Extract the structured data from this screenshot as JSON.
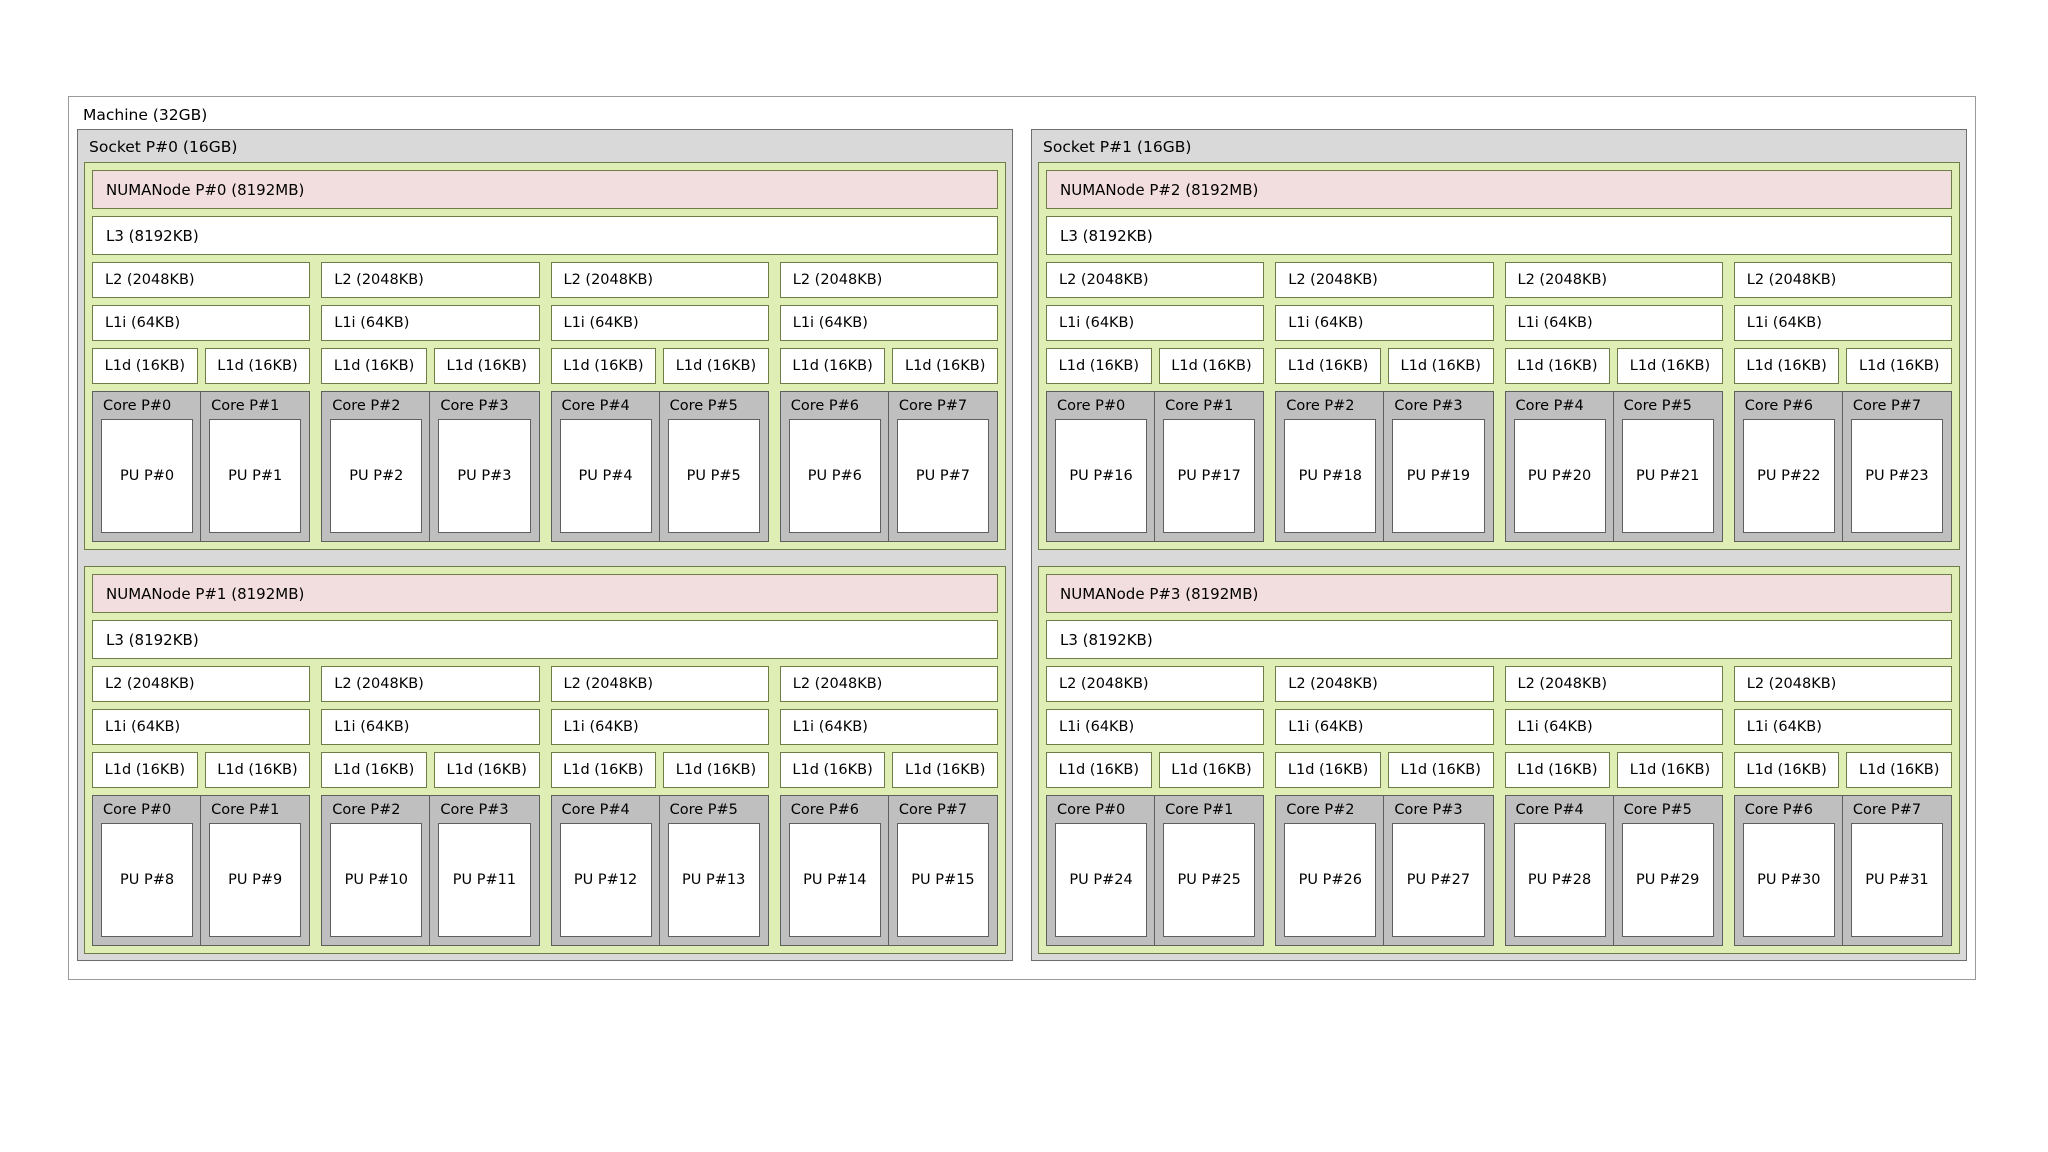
{
  "machine": {
    "label": "Machine (32GB)",
    "colors": {
      "machine_bg": "#ffffff",
      "socket_bg": "#d9d9d9",
      "numa_group_bg": "#dfeeb4",
      "numa_node_bg": "#f2dede",
      "cache_bg": "#ffffff",
      "core_bg": "#bfbfbf",
      "pu_bg": "#ffffff",
      "green_border": "#6e7d46",
      "gray_border": "#5f5f5f"
    },
    "sockets": [
      {
        "label": "Socket P#0 (16GB)",
        "groups": [
          {
            "numanode": "NUMANode P#0 (8192MB)",
            "l3": "L3 (8192KB)",
            "columns": [
              {
                "l2": "L2 (2048KB)",
                "l1i": "L1i (64KB)",
                "l1d": [
                  "L1d (16KB)",
                  "L1d (16KB)"
                ],
                "cores": [
                  {
                    "core": "Core P#0",
                    "pu": "PU P#0"
                  },
                  {
                    "core": "Core P#1",
                    "pu": "PU P#1"
                  }
                ]
              },
              {
                "l2": "L2 (2048KB)",
                "l1i": "L1i (64KB)",
                "l1d": [
                  "L1d (16KB)",
                  "L1d (16KB)"
                ],
                "cores": [
                  {
                    "core": "Core P#2",
                    "pu": "PU P#2"
                  },
                  {
                    "core": "Core P#3",
                    "pu": "PU P#3"
                  }
                ]
              },
              {
                "l2": "L2 (2048KB)",
                "l1i": "L1i (64KB)",
                "l1d": [
                  "L1d (16KB)",
                  "L1d (16KB)"
                ],
                "cores": [
                  {
                    "core": "Core P#4",
                    "pu": "PU P#4"
                  },
                  {
                    "core": "Core P#5",
                    "pu": "PU P#5"
                  }
                ]
              },
              {
                "l2": "L2 (2048KB)",
                "l1i": "L1i (64KB)",
                "l1d": [
                  "L1d (16KB)",
                  "L1d (16KB)"
                ],
                "cores": [
                  {
                    "core": "Core P#6",
                    "pu": "PU P#6"
                  },
                  {
                    "core": "Core P#7",
                    "pu": "PU P#7"
                  }
                ]
              }
            ]
          },
          {
            "numanode": "NUMANode P#1 (8192MB)",
            "l3": "L3 (8192KB)",
            "columns": [
              {
                "l2": "L2 (2048KB)",
                "l1i": "L1i (64KB)",
                "l1d": [
                  "L1d (16KB)",
                  "L1d (16KB)"
                ],
                "cores": [
                  {
                    "core": "Core P#0",
                    "pu": "PU P#8"
                  },
                  {
                    "core": "Core P#1",
                    "pu": "PU P#9"
                  }
                ]
              },
              {
                "l2": "L2 (2048KB)",
                "l1i": "L1i (64KB)",
                "l1d": [
                  "L1d (16KB)",
                  "L1d (16KB)"
                ],
                "cores": [
                  {
                    "core": "Core P#2",
                    "pu": "PU P#10"
                  },
                  {
                    "core": "Core P#3",
                    "pu": "PU P#11"
                  }
                ]
              },
              {
                "l2": "L2 (2048KB)",
                "l1i": "L1i (64KB)",
                "l1d": [
                  "L1d (16KB)",
                  "L1d (16KB)"
                ],
                "cores": [
                  {
                    "core": "Core P#4",
                    "pu": "PU P#12"
                  },
                  {
                    "core": "Core P#5",
                    "pu": "PU P#13"
                  }
                ]
              },
              {
                "l2": "L2 (2048KB)",
                "l1i": "L1i (64KB)",
                "l1d": [
                  "L1d (16KB)",
                  "L1d (16KB)"
                ],
                "cores": [
                  {
                    "core": "Core P#6",
                    "pu": "PU P#14"
                  },
                  {
                    "core": "Core P#7",
                    "pu": "PU P#15"
                  }
                ]
              }
            ]
          }
        ]
      },
      {
        "label": "Socket P#1 (16GB)",
        "groups": [
          {
            "numanode": "NUMANode P#2 (8192MB)",
            "l3": "L3 (8192KB)",
            "columns": [
              {
                "l2": "L2 (2048KB)",
                "l1i": "L1i (64KB)",
                "l1d": [
                  "L1d (16KB)",
                  "L1d (16KB)"
                ],
                "cores": [
                  {
                    "core": "Core P#0",
                    "pu": "PU P#16"
                  },
                  {
                    "core": "Core P#1",
                    "pu": "PU P#17"
                  }
                ]
              },
              {
                "l2": "L2 (2048KB)",
                "l1i": "L1i (64KB)",
                "l1d": [
                  "L1d (16KB)",
                  "L1d (16KB)"
                ],
                "cores": [
                  {
                    "core": "Core P#2",
                    "pu": "PU P#18"
                  },
                  {
                    "core": "Core P#3",
                    "pu": "PU P#19"
                  }
                ]
              },
              {
                "l2": "L2 (2048KB)",
                "l1i": "L1i (64KB)",
                "l1d": [
                  "L1d (16KB)",
                  "L1d (16KB)"
                ],
                "cores": [
                  {
                    "core": "Core P#4",
                    "pu": "PU P#20"
                  },
                  {
                    "core": "Core P#5",
                    "pu": "PU P#21"
                  }
                ]
              },
              {
                "l2": "L2 (2048KB)",
                "l1i": "L1i (64KB)",
                "l1d": [
                  "L1d (16KB)",
                  "L1d (16KB)"
                ],
                "cores": [
                  {
                    "core": "Core P#6",
                    "pu": "PU P#22"
                  },
                  {
                    "core": "Core P#7",
                    "pu": "PU P#23"
                  }
                ]
              }
            ]
          },
          {
            "numanode": "NUMANode P#3 (8192MB)",
            "l3": "L3 (8192KB)",
            "columns": [
              {
                "l2": "L2 (2048KB)",
                "l1i": "L1i (64KB)",
                "l1d": [
                  "L1d (16KB)",
                  "L1d (16KB)"
                ],
                "cores": [
                  {
                    "core": "Core P#0",
                    "pu": "PU P#24"
                  },
                  {
                    "core": "Core P#1",
                    "pu": "PU P#25"
                  }
                ]
              },
              {
                "l2": "L2 (2048KB)",
                "l1i": "L1i (64KB)",
                "l1d": [
                  "L1d (16KB)",
                  "L1d (16KB)"
                ],
                "cores": [
                  {
                    "core": "Core P#2",
                    "pu": "PU P#26"
                  },
                  {
                    "core": "Core P#3",
                    "pu": "PU P#27"
                  }
                ]
              },
              {
                "l2": "L2 (2048KB)",
                "l1i": "L1i (64KB)",
                "l1d": [
                  "L1d (16KB)",
                  "L1d (16KB)"
                ],
                "cores": [
                  {
                    "core": "Core P#4",
                    "pu": "PU P#28"
                  },
                  {
                    "core": "Core P#5",
                    "pu": "PU P#29"
                  }
                ]
              },
              {
                "l2": "L2 (2048KB)",
                "l1i": "L1i (64KB)",
                "l1d": [
                  "L1d (16KB)",
                  "L1d (16KB)"
                ],
                "cores": [
                  {
                    "core": "Core P#6",
                    "pu": "PU P#30"
                  },
                  {
                    "core": "Core P#7",
                    "pu": "PU P#31"
                  }
                ]
              }
            ]
          }
        ]
      }
    ]
  }
}
